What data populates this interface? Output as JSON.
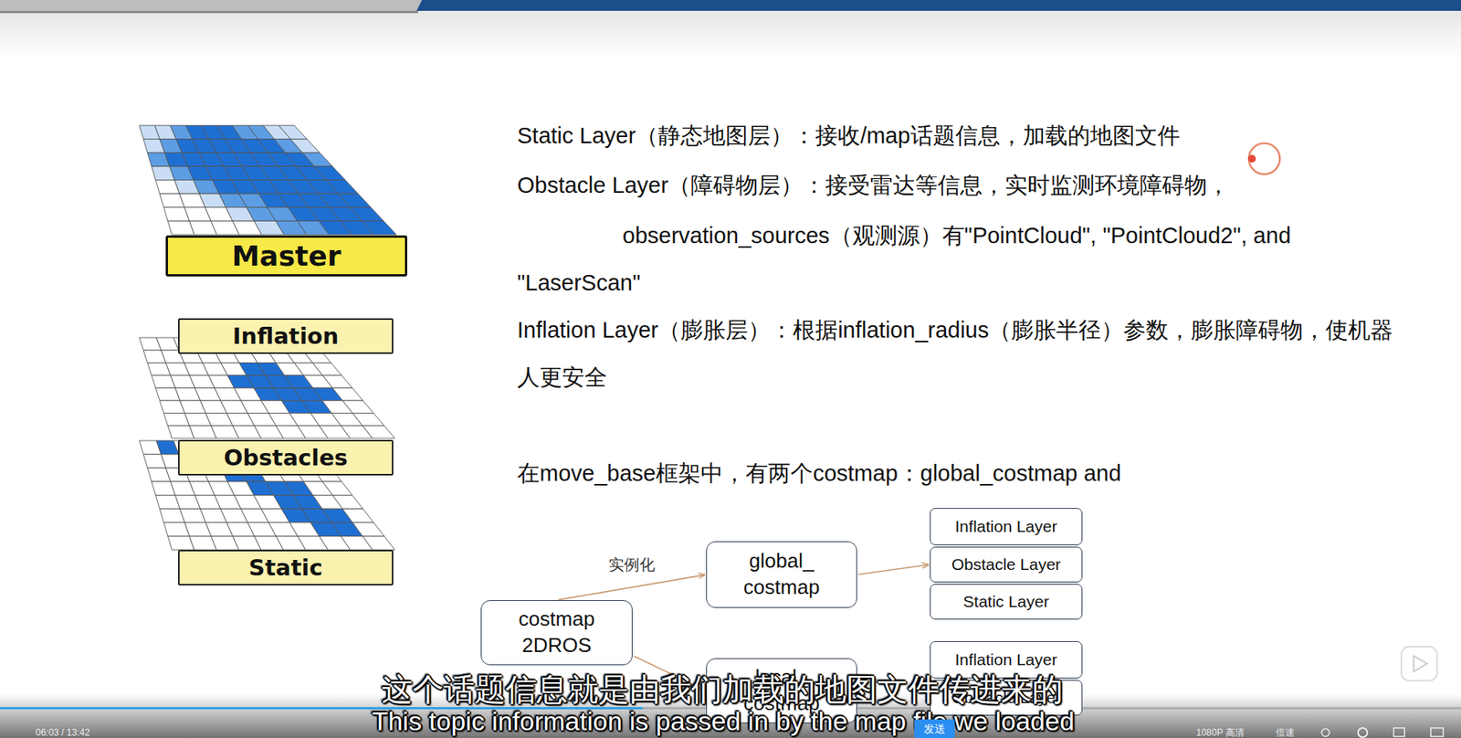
{
  "diagram": {
    "nodes": [
      {
        "text": [
          "Master"
        ]
      },
      {
        "text": [
          "Inflation"
        ]
      },
      {
        "text": [
          "Obstacles"
        ]
      },
      {
        "text": [
          "Static"
        ]
      },
      {
        "text": [
          "Inflation Layer"
        ]
      },
      {
        "text": [
          "Obstacle Layer"
        ]
      },
      {
        "text": [
          "Static Layer"
        ]
      },
      {
        "text": [
          "global_ costmap"
        ]
      },
      {
        "text": [
          "costmap 2DROS"
        ]
      },
      {
        "text": [
          "local_ costmap"
        ]
      },
      {
        "text": [
          "Inflation Layer"
        ]
      },
      {
        "text": [
          "Obstacle Layer"
        ]
      }
    ],
    "edges": [
      {
        "from": 8,
        "to": 7,
        "arrow": "to",
        "label": "实例化"
      },
      {
        "from": 8,
        "to": 9,
        "arrow": "to"
      },
      {
        "from": 7,
        "to": 5,
        "arrow": "to"
      }
    ],
    "labels": [
      "Static Layer（静态地图层）：接收/map话题信息，加载的地图文件",
      "Obstacle Layer（障碍物层）：接受雷达等信息，实时监测环境障碍物，",
      "observation_sources（观测源）有\"PointCloud\", \"PointCloud2\", and \"LaserScan\"",
      "Inflation Layer（膨胀层）：根据inflation_radius（膨胀半径）参数，膨胀障碍物，使机器人更安全",
      "在move_base框架中，有两个costmap：global_costmap   and",
      "这个话题信息就是由我们加载的地图文件传进来的",
      "This topic information is passed in by the map file we loaded",
      "06:03 / 13:42",
      "1080P 高清",
      "倍速",
      "发送"
    ]
  }
}
